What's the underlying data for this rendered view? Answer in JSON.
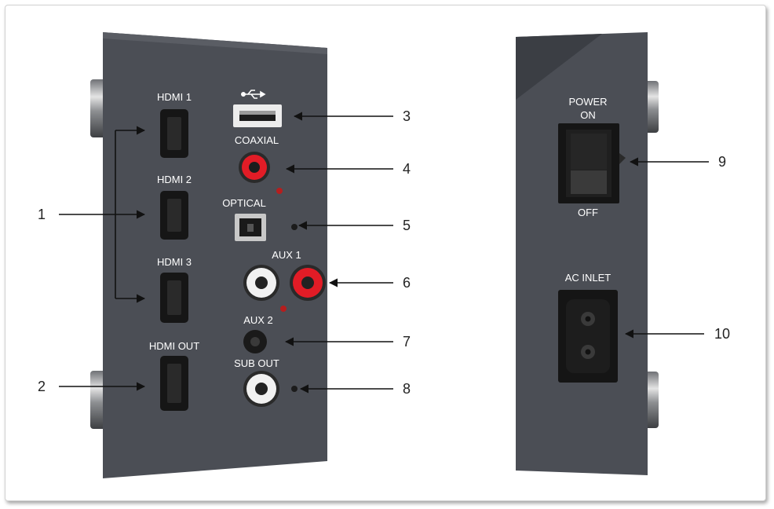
{
  "colors": {
    "panel": "#4b4e55",
    "panel_dark": "#3a3c42",
    "port_black": "#161616",
    "rca_red": "#e21c26",
    "rca_white": "#f1f1f1",
    "led_red": "#b51e1e",
    "arrow": "#111111"
  },
  "rear_panel": {
    "labels": {
      "hdmi1": "HDMI 1",
      "hdmi2": "HDMI 2",
      "hdmi3": "HDMI 3",
      "hdmi_out": "HDMI OUT",
      "usb": "",
      "coaxial": "COAXIAL",
      "optical": "OPTICAL",
      "aux1": "AUX 1",
      "aux2": "AUX 2",
      "sub_out": "SUB OUT"
    }
  },
  "side_panel": {
    "labels": {
      "power": "POWER",
      "on": "ON",
      "off": "OFF",
      "ac_inlet": "AC INLET"
    }
  },
  "callouts": {
    "c1": "1",
    "c2": "2",
    "c3": "3",
    "c4": "4",
    "c5": "5",
    "c6": "6",
    "c7": "7",
    "c8": "8",
    "c9": "9",
    "c10": "10"
  }
}
